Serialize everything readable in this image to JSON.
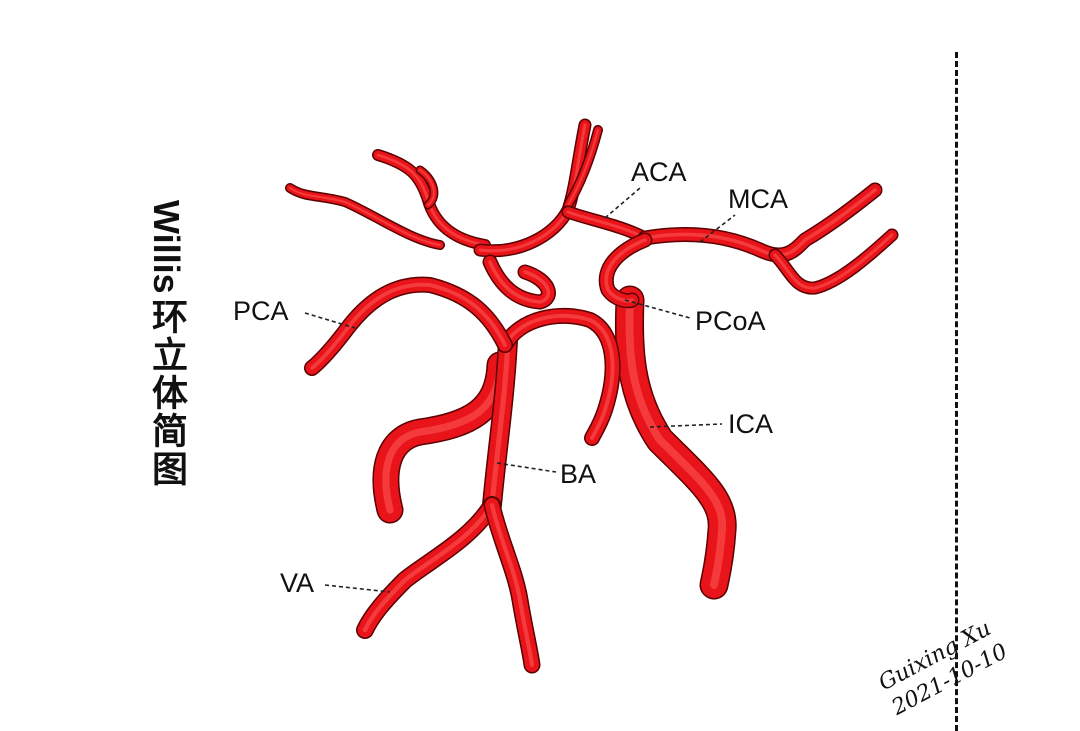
{
  "title": {
    "latin": "Willis",
    "cjk": "环立体简图"
  },
  "labels": {
    "aca": "ACA",
    "mca": "MCA",
    "pca": "PCA",
    "pcoa": "PCoA",
    "ica": "ICA",
    "ba": "BA",
    "va": "VA"
  },
  "signature": {
    "name": "Guixing Xu",
    "date": "2021-10-10"
  },
  "colors": {
    "vessel": "#e8141a",
    "outline": "#5a0000"
  }
}
